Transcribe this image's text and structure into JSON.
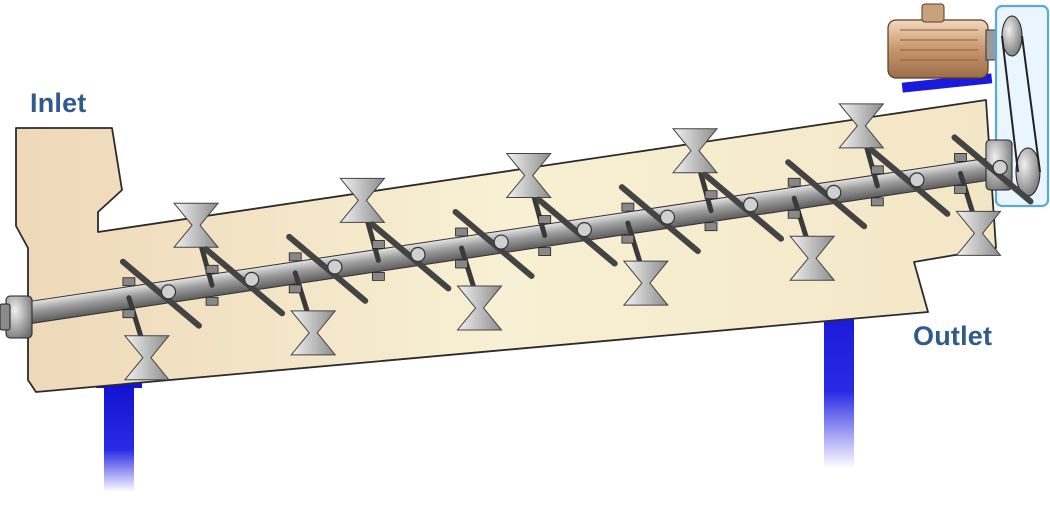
{
  "labels": {
    "inlet": "Inlet",
    "outlet": "Outlet"
  },
  "colors": {
    "housing_fill": "#f6eccb",
    "housing_stroke": "#2b2b2b",
    "support": "#1414d8",
    "label": "#2e5a8c",
    "belt_guard": "#5aa9d6",
    "motor": "#c9a27c",
    "motor_base": "#1a1adc",
    "shaft": "#a7a7a7",
    "paddle": "#bdbdbd",
    "arm": "#3a3a3a"
  },
  "icons": {
    "motor": "electric-motor-icon",
    "belt_drive": "belt-drive-icon",
    "inlet_hopper": "hopper-icon",
    "outlet_chute": "chute-icon"
  },
  "paddle_count": 11
}
